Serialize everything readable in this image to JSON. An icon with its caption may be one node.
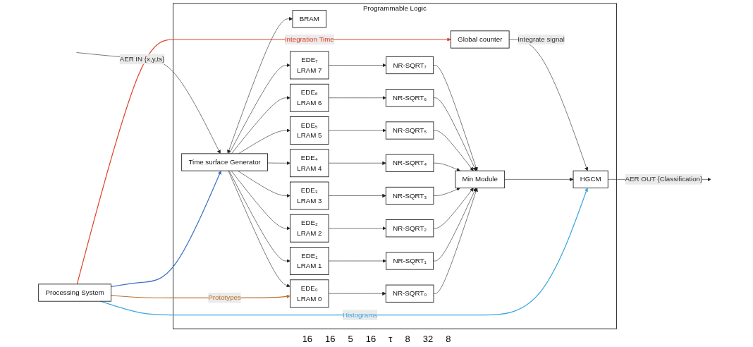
{
  "diagram": {
    "nodes": [
      {
        "text": [
          "Processing System"
        ]
      },
      {
        "text": [
          "Programmable Logic"
        ]
      },
      {
        "text": [
          "Time surface Generator"
        ],
        "in": 1
      },
      {
        "text": [
          "BRAM"
        ],
        "in": 1
      },
      {
        "text": [
          "EDE₀",
          "LRAM 0"
        ],
        "in": 1
      },
      {
        "text": [
          "EDE₁",
          "LRAM 1"
        ],
        "in": 1
      },
      {
        "text": [
          "EDE₂",
          "LRAM 2"
        ],
        "in": 1
      },
      {
        "text": [
          "EDE₃",
          "LRAM 3"
        ],
        "in": 1
      },
      {
        "text": [
          "EDE₄",
          "LRAM 4"
        ],
        "in": 1
      },
      {
        "text": [
          "EDE₅",
          "LRAM 5"
        ],
        "in": 1
      },
      {
        "text": [
          "EDE₆",
          "LRAM 6"
        ],
        "in": 1
      },
      {
        "text": [
          "EDE₇",
          "LRAM 7"
        ],
        "in": 1
      },
      {
        "text": [
          "NR-SQRT₀"
        ],
        "in": 1
      },
      {
        "text": [
          "NR-SQRT₁"
        ],
        "in": 1
      },
      {
        "text": [
          "NR-SQRT₂"
        ],
        "in": 1
      },
      {
        "text": [
          "NR-SQRT₃"
        ],
        "in": 1
      },
      {
        "text": [
          "NR-SQRT₄"
        ],
        "in": 1
      },
      {
        "text": [
          "NR-SQRT₅"
        ],
        "in": 1
      },
      {
        "text": [
          "NR-SQRT₆"
        ],
        "in": 1
      },
      {
        "text": [
          "NR-SQRT₇"
        ],
        "in": 1
      },
      {
        "text": [
          "Min Module"
        ],
        "in": 1
      },
      {
        "text": [
          "Global counter"
        ],
        "in": 1
      },
      {
        "text": [
          "HGCM"
        ],
        "in": 1
      }
    ],
    "edges": [
      {
        "from": 0,
        "to": 4,
        "arrow": "to",
        "label": "Prototypes",
        "color": "#b8732f"
      },
      {
        "from": 0,
        "to": 22,
        "arrow": "to",
        "label": "Histograms",
        "color": "#3aa6e0"
      },
      {
        "from": 0,
        "to": 21,
        "arrow": "to",
        "label": "Integration Time",
        "color": "#e0442a"
      },
      {
        "from": 0,
        "to": 2,
        "arrow": "to",
        "color": "#3a6fc4"
      },
      {
        "from": null,
        "to": 2,
        "arrow": "to",
        "label": "AER IN {x,y,ts}"
      },
      {
        "from": 2,
        "to": 3,
        "arrow": "both"
      },
      {
        "from": 2,
        "to": 4,
        "arrow": "to"
      },
      {
        "from": 2,
        "to": 5,
        "arrow": "to"
      },
      {
        "from": 2,
        "to": 6,
        "arrow": "to"
      },
      {
        "from": 2,
        "to": 7,
        "arrow": "to"
      },
      {
        "from": 2,
        "to": 8,
        "arrow": "to"
      },
      {
        "from": 2,
        "to": 9,
        "arrow": "to"
      },
      {
        "from": 2,
        "to": 10,
        "arrow": "to"
      },
      {
        "from": 2,
        "to": 11,
        "arrow": "to"
      },
      {
        "from": 4,
        "to": 12,
        "arrow": "to"
      },
      {
        "from": 5,
        "to": 13,
        "arrow": "to"
      },
      {
        "from": 6,
        "to": 14,
        "arrow": "to"
      },
      {
        "from": 7,
        "to": 15,
        "arrow": "to"
      },
      {
        "from": 8,
        "to": 16,
        "arrow": "to"
      },
      {
        "from": 9,
        "to": 17,
        "arrow": "to"
      },
      {
        "from": 10,
        "to": 18,
        "arrow": "to"
      },
      {
        "from": 11,
        "to": 19,
        "arrow": "to"
      },
      {
        "from": 12,
        "to": 20,
        "arrow": "to"
      },
      {
        "from": 13,
        "to": 20,
        "arrow": "to"
      },
      {
        "from": 14,
        "to": 20,
        "arrow": "to"
      },
      {
        "from": 15,
        "to": 20,
        "arrow": "to"
      },
      {
        "from": 16,
        "to": 20,
        "arrow": "to"
      },
      {
        "from": 17,
        "to": 20,
        "arrow": "to"
      },
      {
        "from": 18,
        "to": 20,
        "arrow": "to"
      },
      {
        "from": 19,
        "to": 20,
        "arrow": "to"
      },
      {
        "from": 20,
        "to": 22,
        "arrow": "to"
      },
      {
        "from": 21,
        "to": 22,
        "arrow": "to",
        "label": "Integrate signal"
      },
      {
        "from": 22,
        "to": null,
        "arrow": "to",
        "label": "AER OUT {Classification}"
      }
    ],
    "labels": [
      "16",
      "16",
      "5",
      "16",
      "τ",
      "8",
      "32",
      "8"
    ]
  }
}
